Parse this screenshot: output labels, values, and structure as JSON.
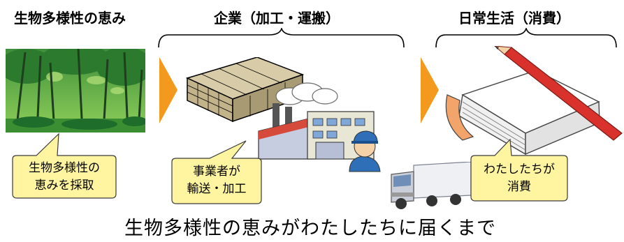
{
  "headers": {
    "nature": "生物多様性の恵み",
    "company": "企業（加工・運搬）",
    "life": "日常生活（消費）"
  },
  "callouts": {
    "harvest": [
      "生物多様性の",
      "恵みを採取"
    ],
    "process": [
      "事業者が",
      "輸送・加工"
    ],
    "consume": [
      "わたしたちが",
      "消費"
    ]
  },
  "footer": "生物多様性の恵みがわたしたちに届くまで",
  "colors": {
    "arrow": "#f39a1e",
    "callout_fill": "#fff4a0",
    "callout_stroke": "#3a3a3a",
    "forest_dark": "#1f6d2a",
    "forest_light": "#6bbf3c",
    "pencil": "#d9312b"
  }
}
